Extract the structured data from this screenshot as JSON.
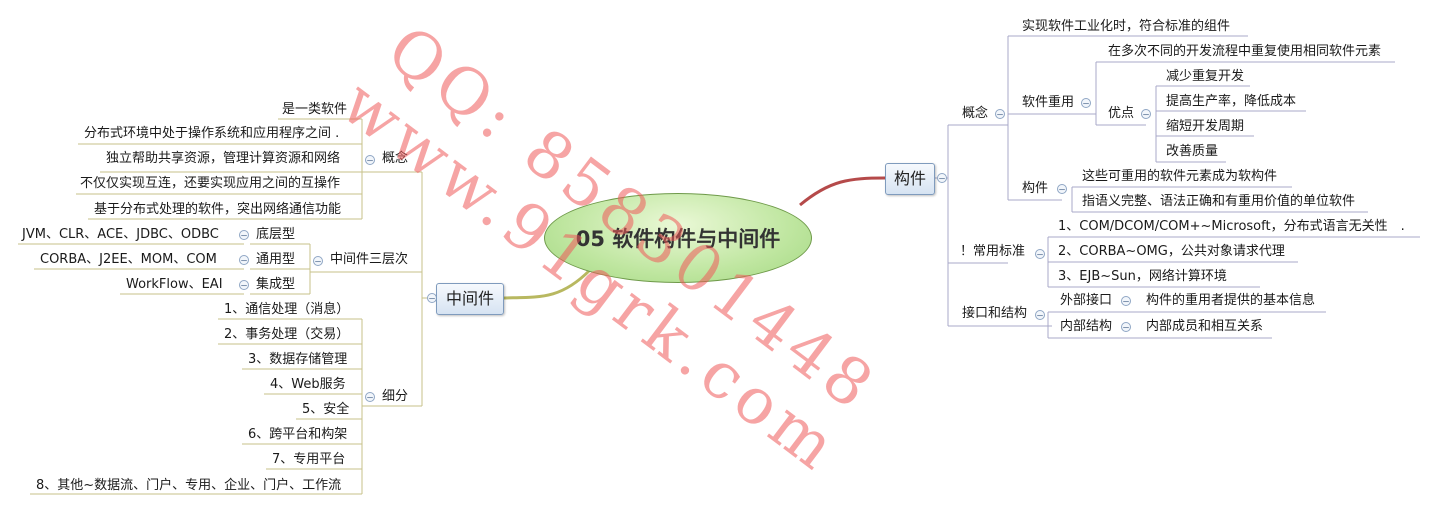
{
  "title": "05 软件构件与中间件",
  "watermark": {
    "line1": "QQ: 858301448",
    "line2": "www.91grk.com"
  },
  "collapse_glyph": "−",
  "right": {
    "main": "构件",
    "concept": {
      "label": "概念",
      "definition": "实现软件工业化时，符合标准的组件",
      "reuse": {
        "label": "软件重用",
        "desc": "在多次不同的开发流程中重复使用相同软件元素",
        "advantages": {
          "label": "优点",
          "items": [
            "减少重复开发",
            "提高生产率，降低成本",
            "缩短开发周期",
            "改善质量"
          ]
        }
      },
      "component": {
        "label": "构件",
        "items": [
          "这些可重用的软件元素成为软构件",
          "指语义完整、语法正确和有重用价值的单位软件"
        ]
      }
    },
    "standards": {
      "label": "！常用标准",
      "items": [
        "1、COM/DCOM/COM+~Microsoft，分布式语言无关性　.",
        "2、CORBA~OMG，公共对象请求代理",
        "3、EJB~Sun，网络计算环境"
      ]
    },
    "interface": {
      "label": "接口和结构",
      "external": {
        "label": "外部接口",
        "desc": "构件的重用者提供的基本信息"
      },
      "internal": {
        "label": "内部结构",
        "desc": "内部成员和相互关系"
      }
    }
  },
  "left": {
    "main": "中间件",
    "concept": {
      "label": "概念",
      "items": [
        "是一类软件",
        "分布式环境中处于操作系统和应用程序之间 .",
        "独立帮助共享资源，管理计算资源和网络",
        "不仅仅实现互连，还要实现应用之间的互操作",
        "基于分布式处理的软件，突出网络通信功能"
      ]
    },
    "layers": {
      "label": "中间件三层次",
      "items": [
        {
          "label": "底层型",
          "example": "JVM、CLR、ACE、JDBC、ODBC"
        },
        {
          "label": "通用型",
          "example": "CORBA、J2EE、MOM、COM"
        },
        {
          "label": "集成型",
          "example": "WorkFlow、EAI"
        }
      ]
    },
    "categories": {
      "label": "细分",
      "items": [
        "1、通信处理（消息）",
        "2、事务处理（交易）",
        "3、数据存储管理",
        "4、Web服务",
        "5、安全",
        "6、跨平台和构架",
        "7、专用平台",
        "8、其他~数据流、门户、专用、企业、门户、工作流"
      ]
    }
  }
}
